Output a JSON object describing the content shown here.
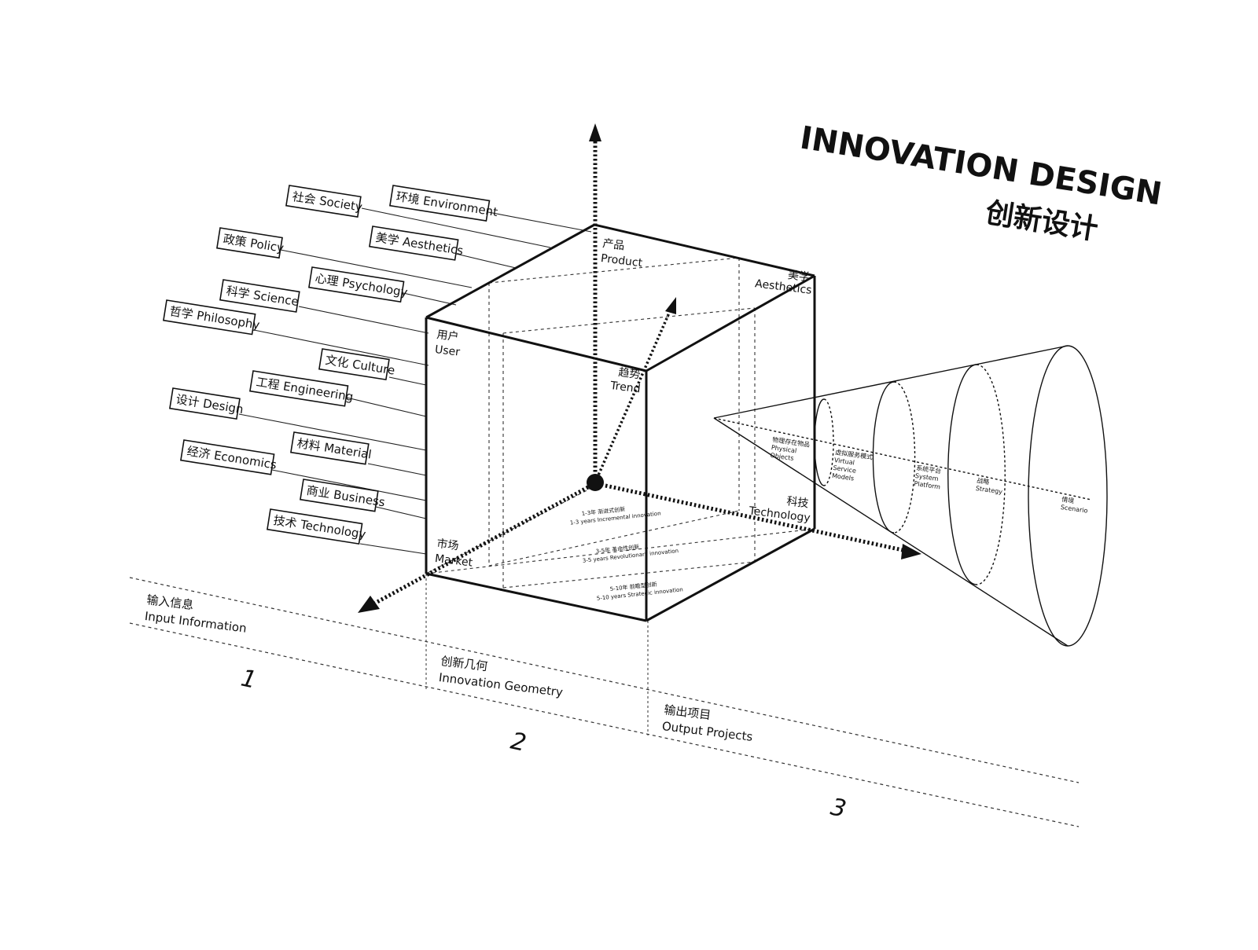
{
  "title": {
    "en": "INNOVATION DESIGN",
    "zh": "创新设计"
  },
  "input_factors": [
    {
      "id": "society",
      "label": "社会 Society"
    },
    {
      "id": "environment",
      "label": "环境 Environment"
    },
    {
      "id": "policy",
      "label": "政策 Policy"
    },
    {
      "id": "aesthetics",
      "label": "美学 Aesthetics"
    },
    {
      "id": "psychology",
      "label": "心理 Psychology"
    },
    {
      "id": "science",
      "label": "科学 Science"
    },
    {
      "id": "philosophy",
      "label": "哲学 Philosophy"
    },
    {
      "id": "culture",
      "label": "文化 Culture"
    },
    {
      "id": "engineering",
      "label": "工程 Engineering"
    },
    {
      "id": "design",
      "label": "设计 Design"
    },
    {
      "id": "material",
      "label": "材料 Material"
    },
    {
      "id": "economics",
      "label": "经济 Economics"
    },
    {
      "id": "business",
      "label": "商业 Business"
    },
    {
      "id": "technology",
      "label": "技术 Technology"
    }
  ],
  "cube": {
    "product": {
      "zh": "产品",
      "en": "Product"
    },
    "aesthetics": {
      "zh": "美学",
      "en": "Aesthetics"
    },
    "user": {
      "zh": "用户",
      "en": "User"
    },
    "trend": {
      "zh": "趋势",
      "en": "Trend"
    },
    "technology": {
      "zh": "科技",
      "en": "Technology"
    },
    "market": {
      "zh": "市场",
      "en": "Market"
    }
  },
  "horizons": [
    {
      "zh": "1-3年 渐进式创新",
      "en": "1-3 years Incremental innovation"
    },
    {
      "zh": "3-5年 革命性创新",
      "en": "3-5 years Revolutionary innovation"
    },
    {
      "zh": "5-10年 前瞻型创新",
      "en": "5-10 years Strategic innovation"
    }
  ],
  "cone_levels": [
    {
      "zh": "物理存在物品",
      "en1": "Physical",
      "en2": "Objects",
      "en3": ""
    },
    {
      "zh": "虚拟服务模式",
      "en1": "Virtual",
      "en2": "Service",
      "en3": "Models"
    },
    {
      "zh": "系统平台",
      "en1": "System",
      "en2": "Platform",
      "en3": ""
    },
    {
      "zh": "战略",
      "en1": "Strategy",
      "en2": "",
      "en3": ""
    },
    {
      "zh": "情境",
      "en1": "Scenario",
      "en2": "",
      "en3": ""
    }
  ],
  "stages": [
    {
      "num": "1",
      "zh": "输入信息",
      "en": "Input Information"
    },
    {
      "num": "2",
      "zh": "创新几何",
      "en": "Innovation Geometry"
    },
    {
      "num": "3",
      "zh": "输出项目",
      "en": "Output Projects"
    }
  ]
}
